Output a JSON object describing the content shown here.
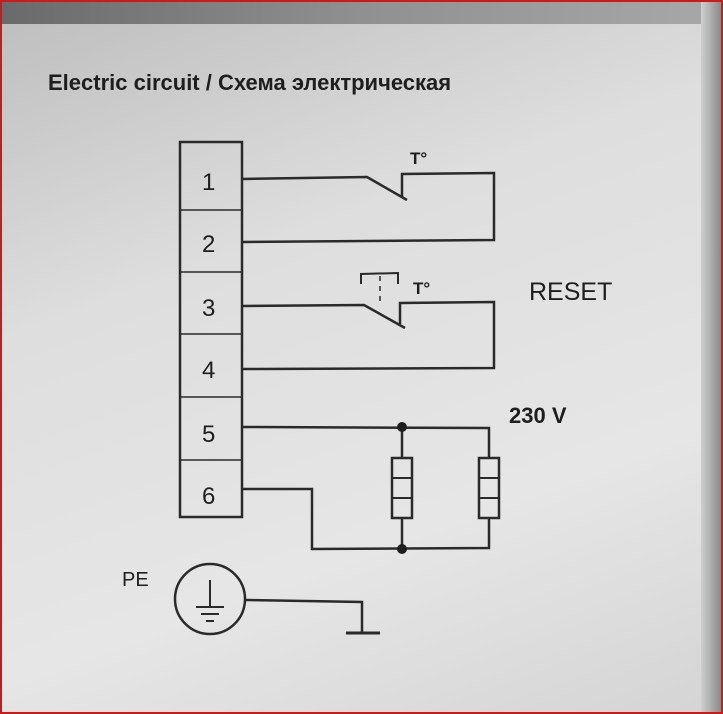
{
  "title": "Electric circuit / Схема электрическая",
  "terminals": [
    "1",
    "2",
    "3",
    "4",
    "5",
    "6"
  ],
  "thermostat_label_1": "T°",
  "thermostat_label_2": "T°",
  "reset_label": "RESET",
  "voltage_label": "230 V",
  "pe_label": "PE",
  "colors": {
    "frame": "#d01818",
    "ink": "#1e1e1e",
    "label_bg": "#e2e2e2"
  }
}
